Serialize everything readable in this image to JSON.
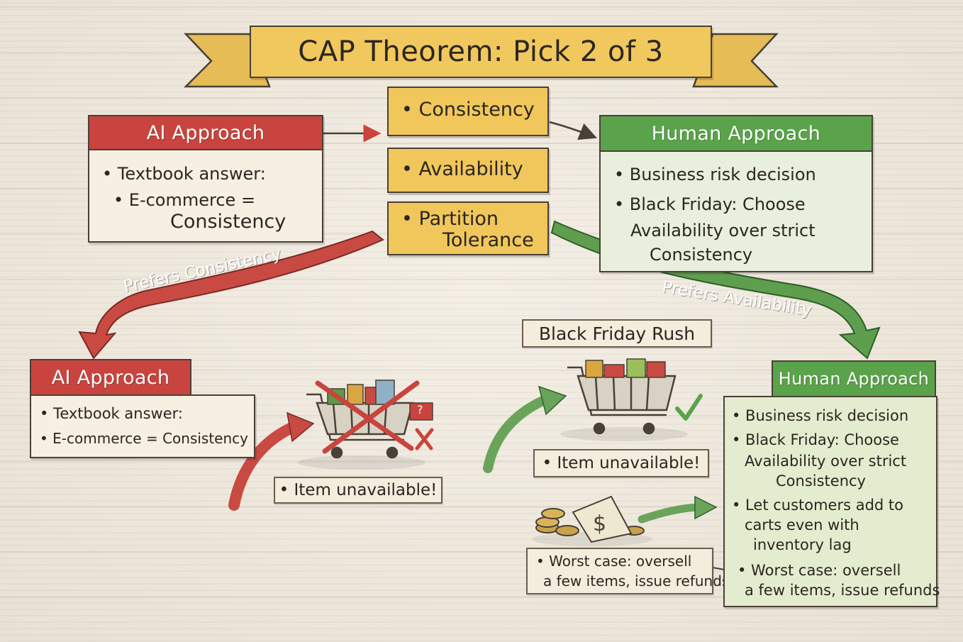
{
  "title": "CAP Theorem: Pick 2 of 3",
  "cap_options": [
    "• Consistency",
    "• Availability",
    "• Partition",
    "Tolerance"
  ],
  "ai_top": {
    "header": "AI Approach",
    "line1": "• Textbook answer:",
    "line2": "• E-commerce =",
    "line3": "Consistency"
  },
  "human_top": {
    "header": "Human Approach",
    "line1": "• Business risk decision",
    "line2": "• Black Friday: Choose",
    "line3": "Availability over strict",
    "line4": "Consistency"
  },
  "arrow_labels": {
    "left": "Prefers Consistency",
    "right": "Prefers Availability"
  },
  "ai_bottom": {
    "header": "AI Approach",
    "line1": "• Textbook answer:",
    "line2": "• E-commerce = Consistency"
  },
  "scene": {
    "black_friday": "Black Friday Rush",
    "item_unavailable_left": "• Item  unavailable!",
    "item_unavailable_mid": "• Item  unavailable!",
    "worst_case_line1": "• Worst case: oversell",
    "worst_case_line2": "a few items, issue refunds",
    "tag_mark": "?"
  },
  "human_bottom": {
    "header": "Human Approach",
    "line1": "• Business risk decision",
    "line2": "• Black Friday: Choose",
    "line3": "Availability over strict",
    "line4": "Consistency",
    "line5": "• Let customers add to",
    "line6": "carts even with",
    "line7": "inventory lag",
    "line8": "• Worst case: oversell",
    "line9": "a few items, issue refunds"
  },
  "colors": {
    "red": "#c9443e",
    "green": "#5aa34a",
    "yellow": "#f1c75b"
  }
}
